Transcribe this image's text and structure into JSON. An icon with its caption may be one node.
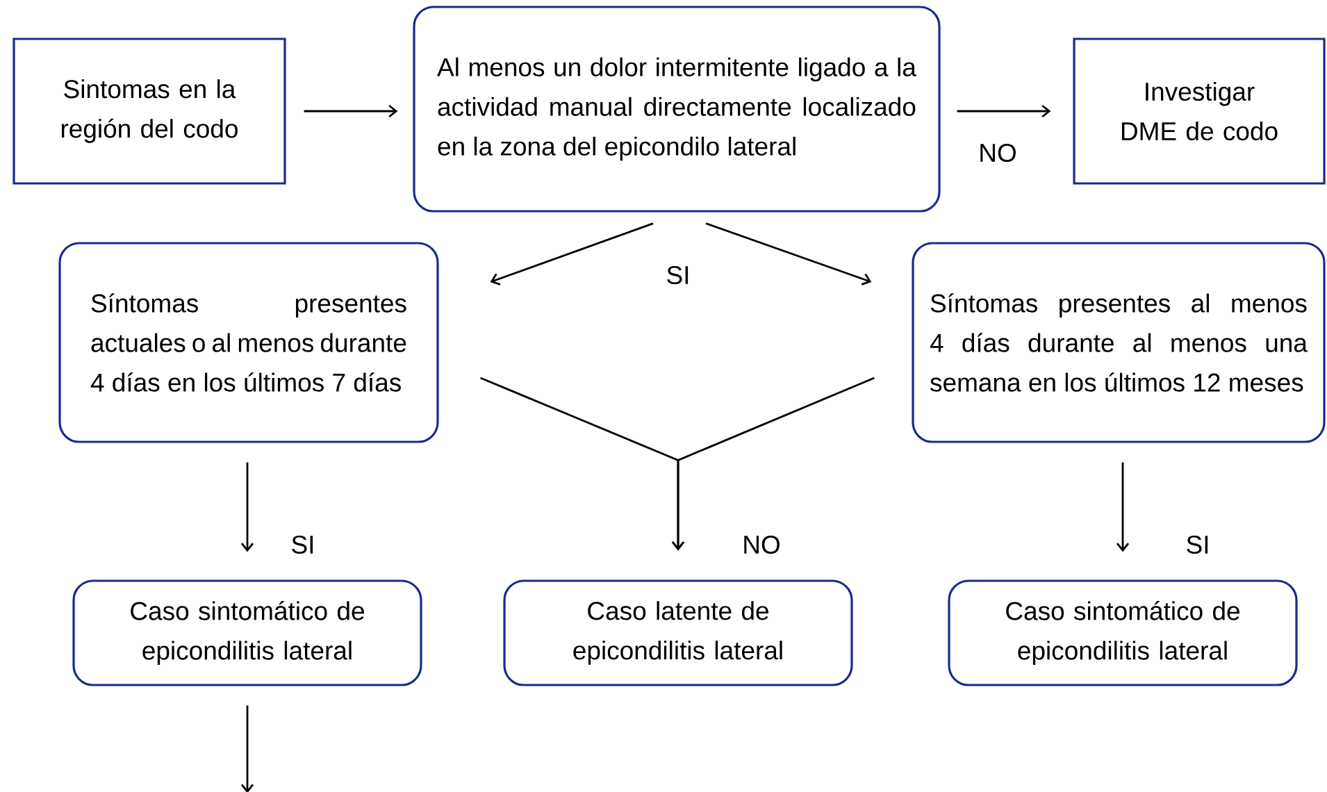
{
  "diagram": {
    "nodes": [
      {
        "text": [
          "Sintomas en la región del codo"
        ]
      },
      {
        "text": [
          "Al menos un dolor intermitente ligado a la actividad manual directamente localizado en la zona del epicondilo lateral"
        ]
      },
      {
        "text": [
          "Investigar DME de codo"
        ]
      },
      {
        "text": [
          "Síntomas presentes actuales o al menos durante 4 días en los últimos 7 días"
        ]
      },
      {
        "text": [
          "Síntomas presentes al menos 4 días durante al menos una semana en los últimos 12 meses"
        ]
      },
      {
        "text": [
          "Caso sintomático de epicondilitis lateral"
        ]
      },
      {
        "text": [
          "Caso latente de epicondilitis lateral"
        ]
      },
      {
        "text": [
          "Caso sintomático de epicondilitis lateral"
        ]
      }
    ],
    "edges": [
      {
        "from": 0,
        "to": 1,
        "arrow": "to"
      },
      {
        "from": 1,
        "to": 2,
        "arrow": "to",
        "label": "NO"
      },
      {
        "from": 1,
        "to": 3,
        "arrow": "to",
        "label": "SI"
      },
      {
        "from": 1,
        "to": 4,
        "arrow": "to"
      },
      {
        "from": 3,
        "to": 5,
        "arrow": "to",
        "label": "SI"
      },
      {
        "from": 3,
        "to": 6,
        "arrow": "to",
        "label": "NO"
      },
      {
        "from": 4,
        "to": 6,
        "arrow": "to"
      },
      {
        "from": 4,
        "to": 7,
        "arrow": "to",
        "label": "SI"
      },
      {
        "from": 5,
        "to": null,
        "arrow": "to"
      }
    ]
  }
}
